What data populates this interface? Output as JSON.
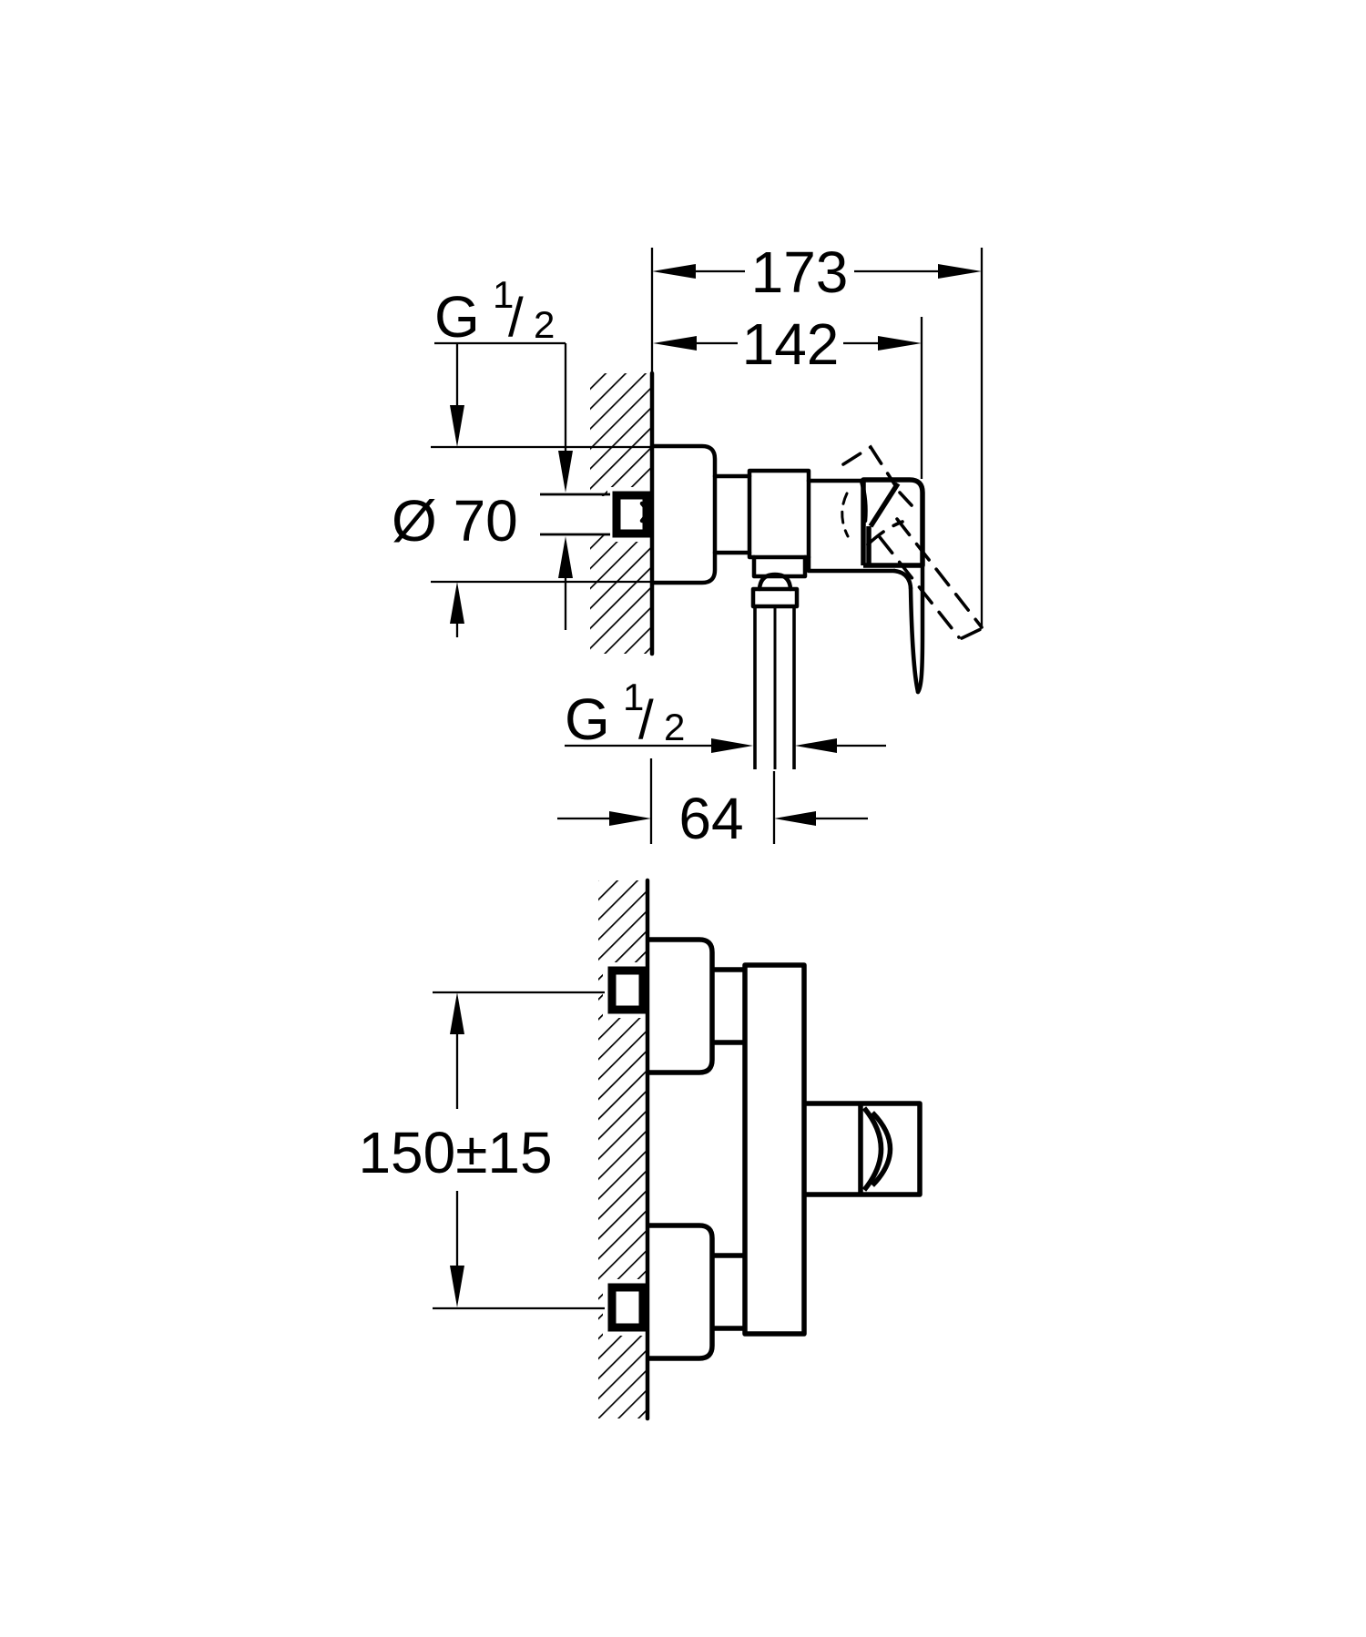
{
  "page": {
    "background": "#ffffff",
    "line_color": "#000000",
    "kind": "technical installation dimension drawing (wall-mounted single-lever shower mixer)"
  },
  "side_view": {
    "dim_total_depth": "173",
    "dim_body_depth": "142",
    "wall_thread": {
      "base": "G",
      "sup": "1",
      "slash": "/",
      "sub": "2"
    },
    "rosette_diameter": "Ø 70",
    "hose_thread": {
      "base": "G",
      "sup": "1",
      "slash": "/",
      "sub": "2"
    },
    "hose_axis_offset": "64"
  },
  "front_view": {
    "connection_spacing": "150±15"
  }
}
